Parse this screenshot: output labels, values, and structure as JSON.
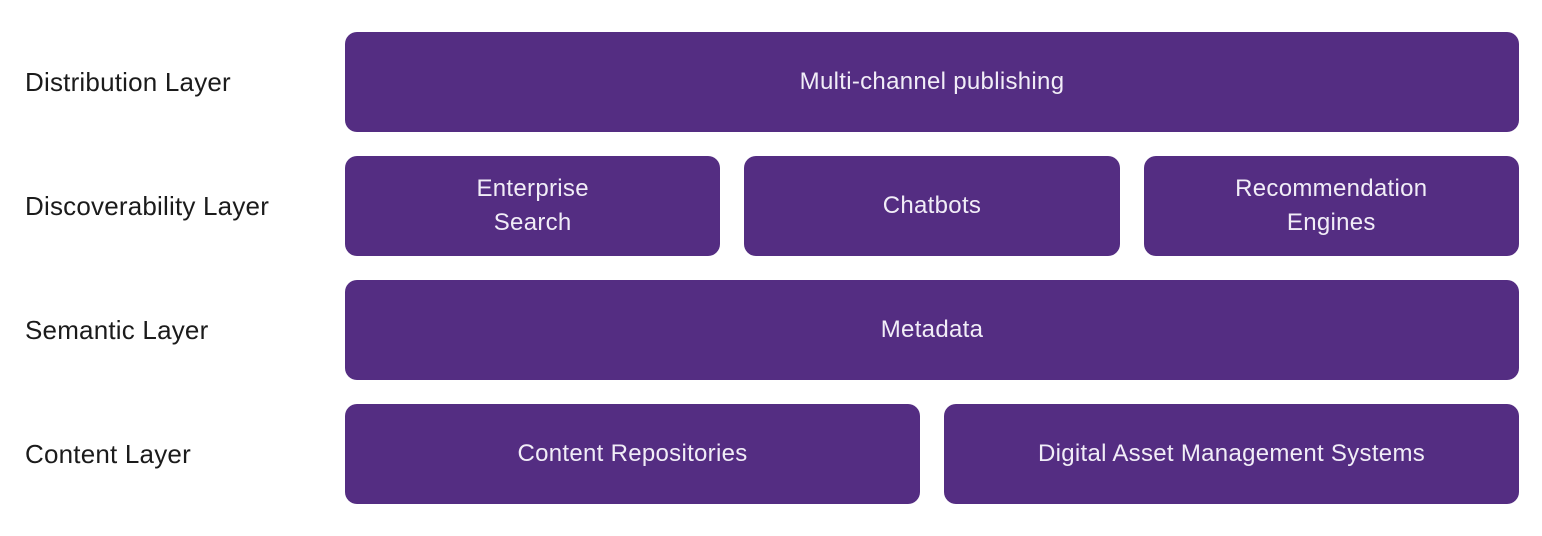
{
  "diagram": {
    "colors": {
      "box_background": "#542d82",
      "box_text": "#f1edf7",
      "label_text": "#1b1b1b",
      "page_background": "#ffffff"
    },
    "rows": [
      {
        "label": "Distribution Layer",
        "boxes": [
          {
            "text": "Multi-channel publishing"
          }
        ]
      },
      {
        "label": "Discoverability Layer",
        "boxes": [
          {
            "text": "Enterprise\nSearch"
          },
          {
            "text": "Chatbots"
          },
          {
            "text": "Recommendation\nEngines"
          }
        ]
      },
      {
        "label": "Semantic Layer",
        "boxes": [
          {
            "text": "Metadata"
          }
        ]
      },
      {
        "label": "Content Layer",
        "boxes": [
          {
            "text": "Content Repositories"
          },
          {
            "text": "Digital Asset Management Systems"
          }
        ]
      }
    ]
  }
}
